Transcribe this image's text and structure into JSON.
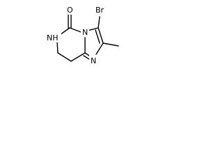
{
  "structure": {
    "atoms": {
      "bromine": "Br",
      "oxygen": "O",
      "ring_nitrogen_bridge": "N",
      "ring_nitrogen_imidazole": "N",
      "amide_nh": "NH"
    }
  }
}
